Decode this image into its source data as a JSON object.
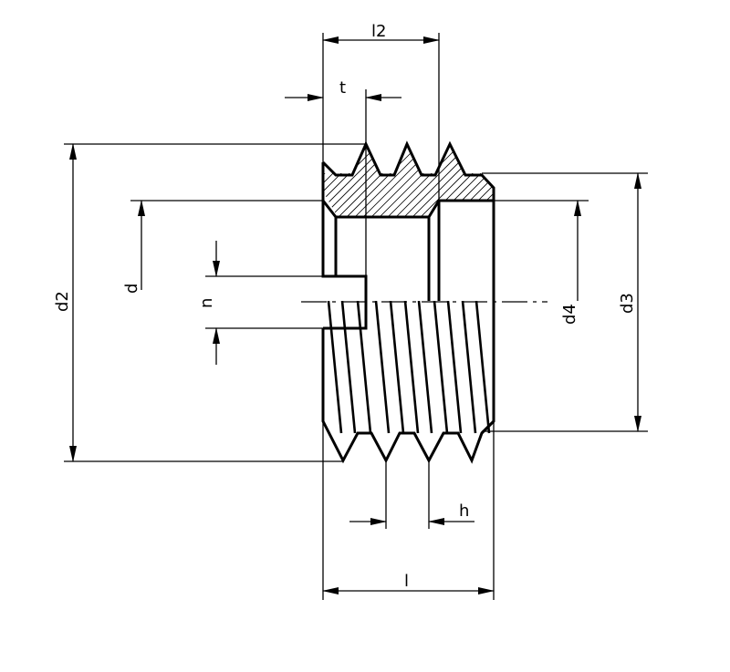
{
  "drawing": {
    "type": "technical-drawing",
    "subject": "threaded insert with external saw-tooth thread and internal thread, slotted head",
    "colors": {
      "line": "#000000",
      "background": "#ffffff"
    },
    "dimensions": {
      "l2": "l2",
      "t": "t",
      "d2": "d2",
      "d": "d",
      "n": "n",
      "d4": "d4",
      "d3": "d3",
      "h": "h",
      "l": "l"
    }
  }
}
